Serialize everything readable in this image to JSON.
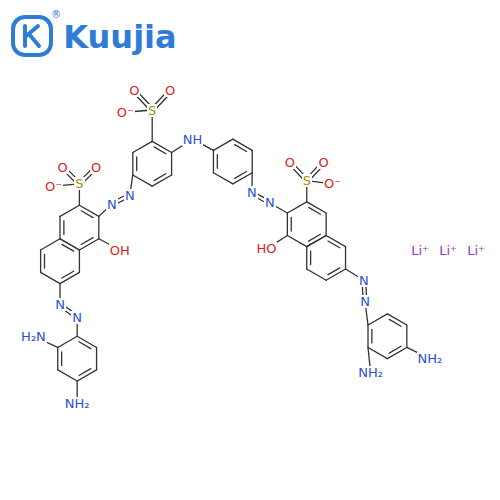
{
  "diagram": {
    "labels": [
      "Kuujia",
      "®",
      "O",
      "O",
      "O⁻",
      "S",
      "NH",
      "N",
      "N",
      "O",
      "O",
      "O⁻",
      "S",
      "OH",
      "N",
      "N",
      "H₂N",
      "NH₂",
      "N",
      "N",
      "O",
      "O",
      "O⁻",
      "S",
      "HO",
      "N",
      "N",
      "NH₂",
      "NH₂",
      "Li⁺",
      "Li⁺",
      "Li⁺"
    ]
  }
}
